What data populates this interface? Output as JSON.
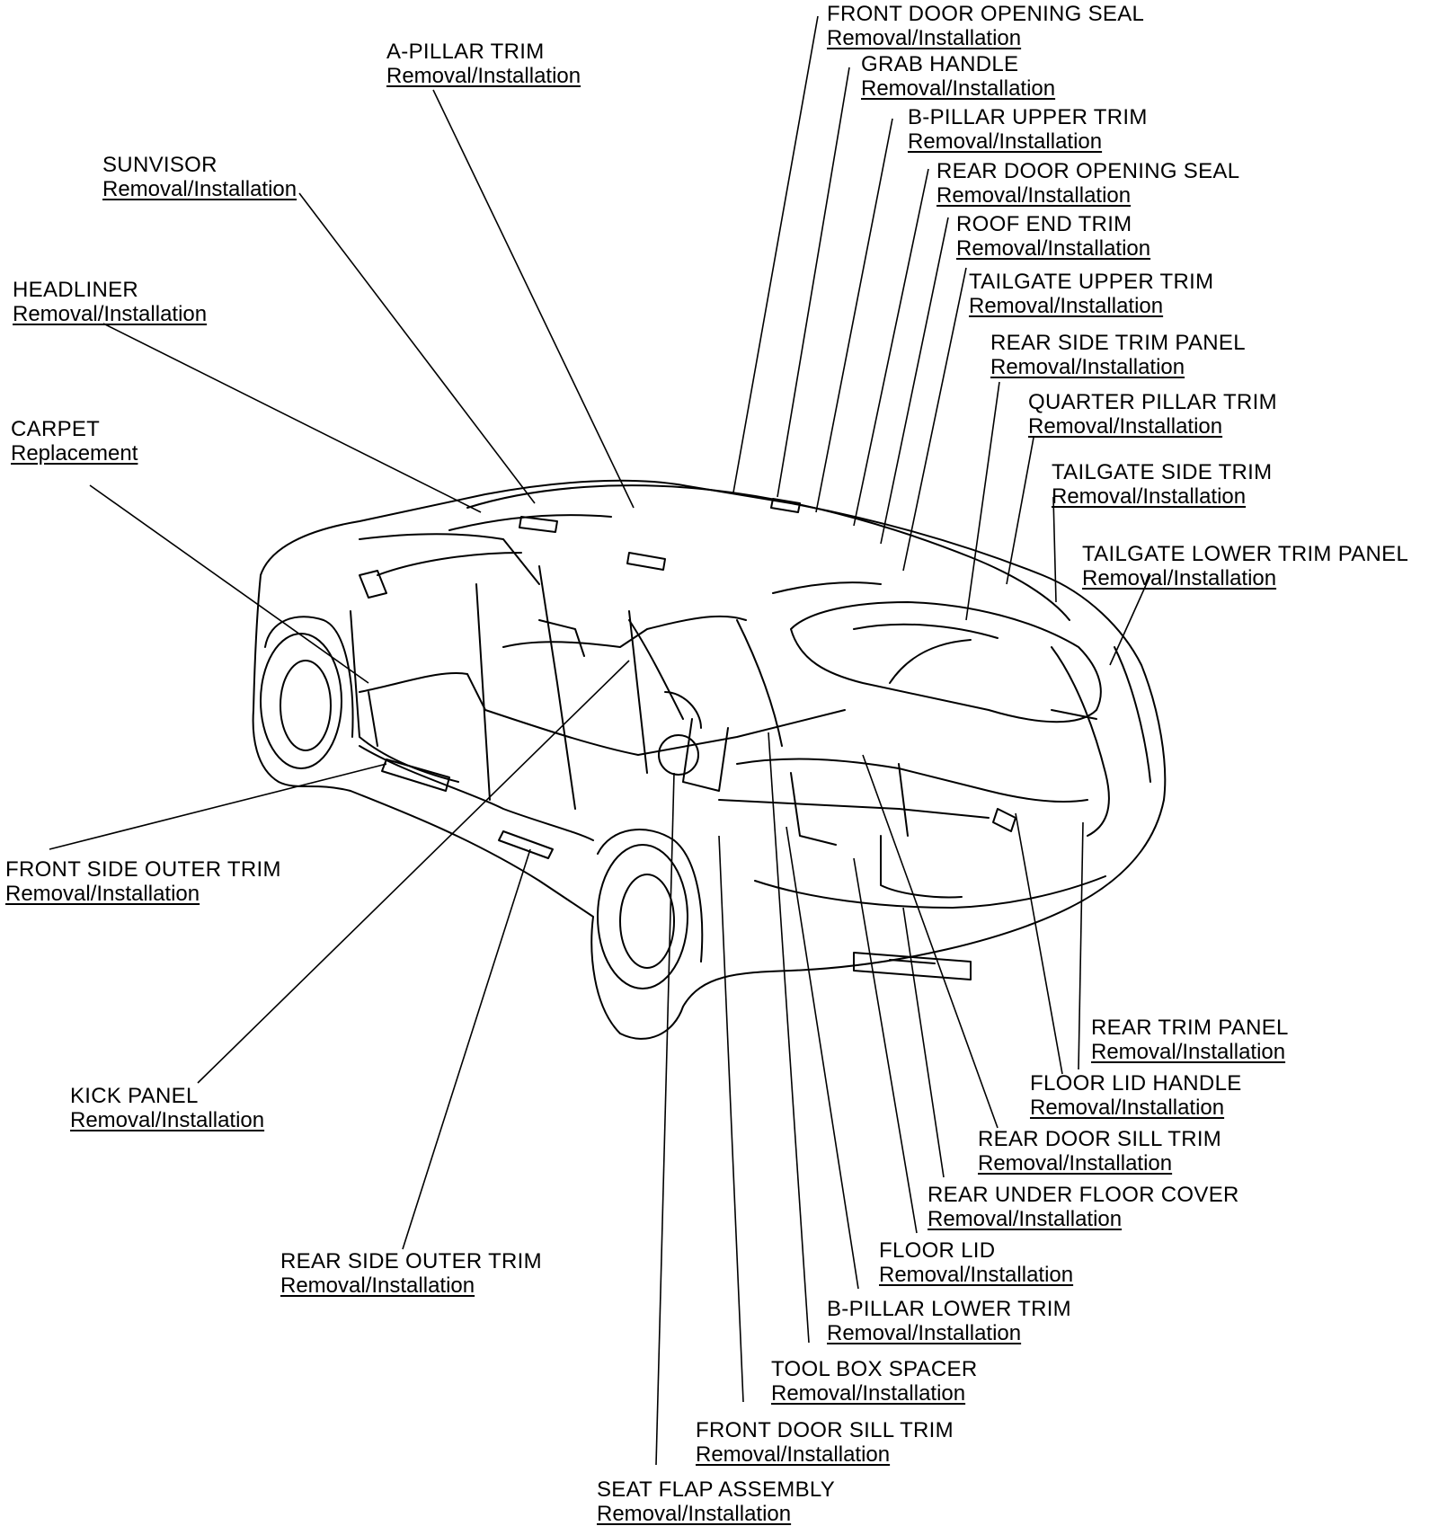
{
  "callouts": [
    {
      "id": "front-door-opening-seal",
      "title": "FRONT DOOR OPENING SEAL",
      "link": "Removal/Installation"
    },
    {
      "id": "grab-handle",
      "title": "GRAB HANDLE",
      "link": "Removal/Installation"
    },
    {
      "id": "b-pillar-upper-trim",
      "title": "B-PILLAR UPPER TRIM",
      "link": "Removal/Installation"
    },
    {
      "id": "rear-door-opening-seal",
      "title": "REAR DOOR OPENING SEAL",
      "link": "Removal/Installation"
    },
    {
      "id": "roof-end-trim",
      "title": "ROOF END TRIM",
      "link": "Removal/Installation"
    },
    {
      "id": "tailgate-upper-trim",
      "title": "TAILGATE UPPER TRIM",
      "link": "Removal/Installation"
    },
    {
      "id": "rear-side-trim-panel",
      "title": "REAR SIDE TRIM PANEL",
      "link": "Removal/Installation"
    },
    {
      "id": "quarter-pillar-trim",
      "title": "QUARTER PILLAR TRIM",
      "link": "Removal/Installation"
    },
    {
      "id": "tailgate-side-trim",
      "title": "TAILGATE SIDE TRIM",
      "link": "Removal/Installation"
    },
    {
      "id": "tailgate-lower-trim-panel",
      "title": "TAILGATE LOWER TRIM PANEL",
      "link": "Removal/Installation"
    },
    {
      "id": "a-pillar-trim",
      "title": "A-PILLAR TRIM",
      "link": "Removal/Installation"
    },
    {
      "id": "sunvisor",
      "title": "SUNVISOR",
      "link": "Removal/Installation"
    },
    {
      "id": "headliner",
      "title": "HEADLINER",
      "link": "Removal/Installation"
    },
    {
      "id": "carpet",
      "title": "CARPET",
      "link": "Replacement"
    },
    {
      "id": "front-side-outer-trim",
      "title": "FRONT SIDE OUTER TRIM",
      "link": "Removal/Installation"
    },
    {
      "id": "kick-panel",
      "title": "KICK PANEL",
      "link": "Removal/Installation"
    },
    {
      "id": "rear-side-outer-trim",
      "title": "REAR SIDE OUTER TRIM",
      "link": "Removal/Installation"
    },
    {
      "id": "rear-trim-panel",
      "title": "REAR TRIM PANEL",
      "link": "Removal/Installation"
    },
    {
      "id": "floor-lid-handle",
      "title": "FLOOR LID HANDLE",
      "link": "Removal/Installation"
    },
    {
      "id": "rear-door-sill-trim",
      "title": "REAR DOOR SILL TRIM",
      "link": "Removal/Installation"
    },
    {
      "id": "rear-under-floor-cover",
      "title": "REAR UNDER FLOOR COVER",
      "link": "Removal/Installation"
    },
    {
      "id": "floor-lid",
      "title": "FLOOR LID",
      "link": "Removal/Installation"
    },
    {
      "id": "b-pillar-lower-trim",
      "title": "B-PILLAR LOWER TRIM",
      "link": "Removal/Installation"
    },
    {
      "id": "tool-box-spacer",
      "title": "TOOL BOX SPACER",
      "link": "Removal/Installation"
    },
    {
      "id": "front-door-sill-trim",
      "title": "FRONT DOOR SILL TRIM",
      "link": "Removal/Installation"
    },
    {
      "id": "seat-flap-assembly",
      "title": "SEAT FLAP ASSEMBLY",
      "link": "Removal/Installation"
    }
  ]
}
